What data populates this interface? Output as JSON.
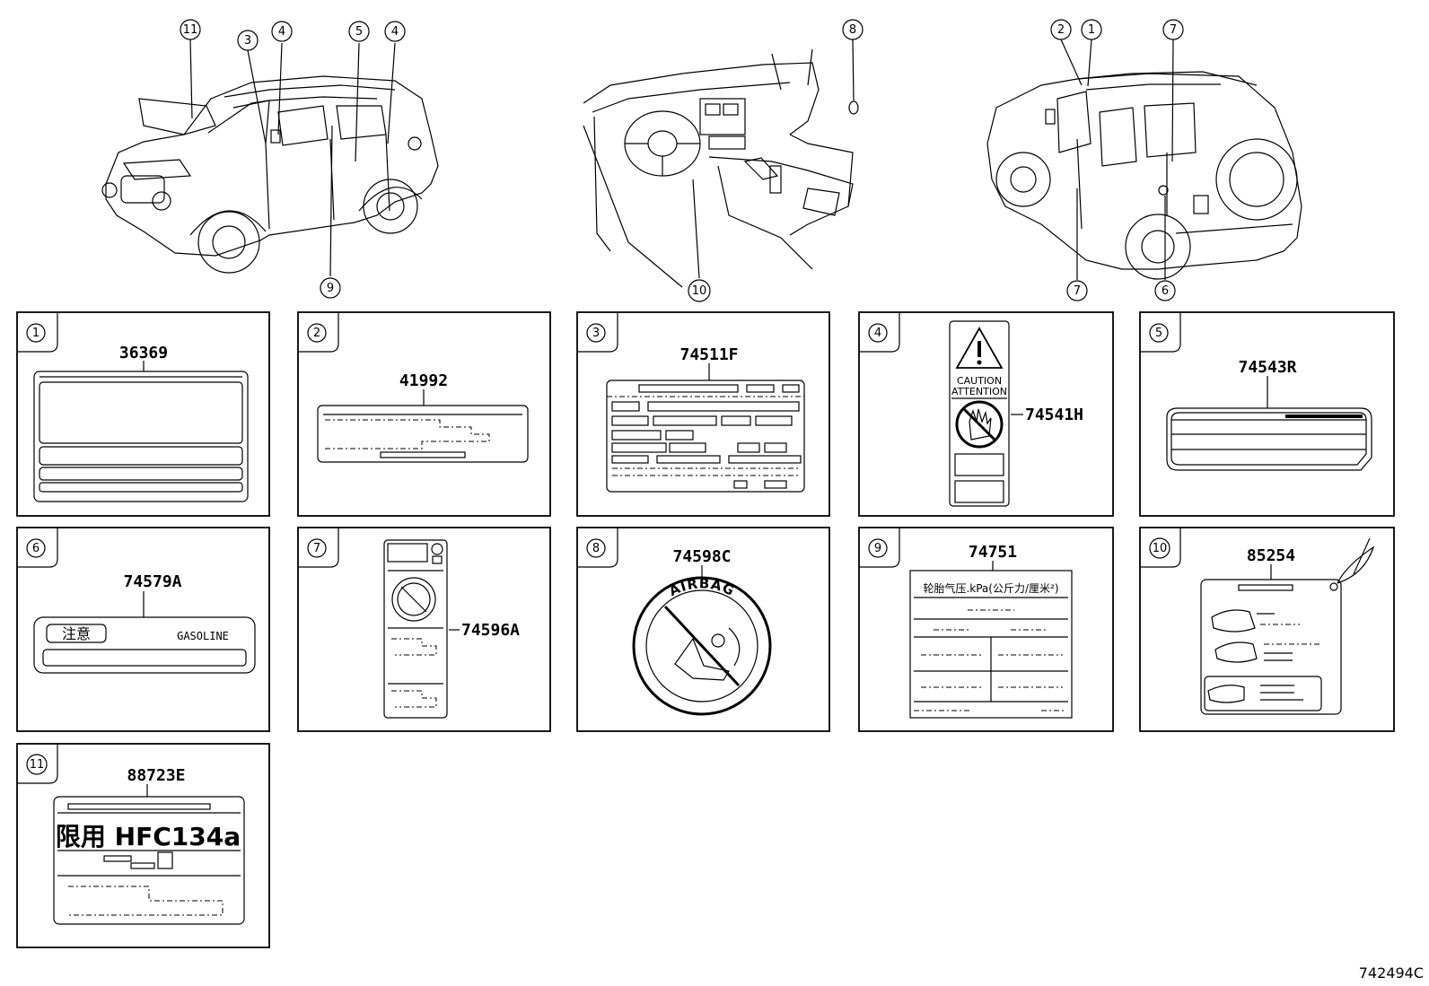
{
  "diagram_id": "742494C",
  "callouts": {
    "front_view": [
      "11",
      "3",
      "4",
      "5",
      "4",
      "9"
    ],
    "dash_view": [
      "8",
      "10"
    ],
    "rear_view": [
      "2",
      "1",
      "7",
      "7",
      "6"
    ]
  },
  "panels": [
    {
      "number": "1",
      "part": "36369"
    },
    {
      "number": "2",
      "part": "41992"
    },
    {
      "number": "3",
      "part": "74511F"
    },
    {
      "number": "4",
      "part": "74541H",
      "label_lines": [
        "CAUTION",
        "ATTENTION"
      ]
    },
    {
      "number": "5",
      "part": "74543R"
    },
    {
      "number": "6",
      "part": "74579A",
      "label_text": "注意",
      "label_fuel": "GASOLINE"
    },
    {
      "number": "7",
      "part": "74596A"
    },
    {
      "number": "8",
      "part": "74598C",
      "label_text": "AIRBAG"
    },
    {
      "number": "9",
      "part": "74751",
      "label_text": "轮胎气压.kPa(公斤力/厘米²)"
    },
    {
      "number": "10",
      "part": "85254"
    },
    {
      "number": "11",
      "part": "88723E",
      "label_text": "限用 HFC134a"
    }
  ]
}
